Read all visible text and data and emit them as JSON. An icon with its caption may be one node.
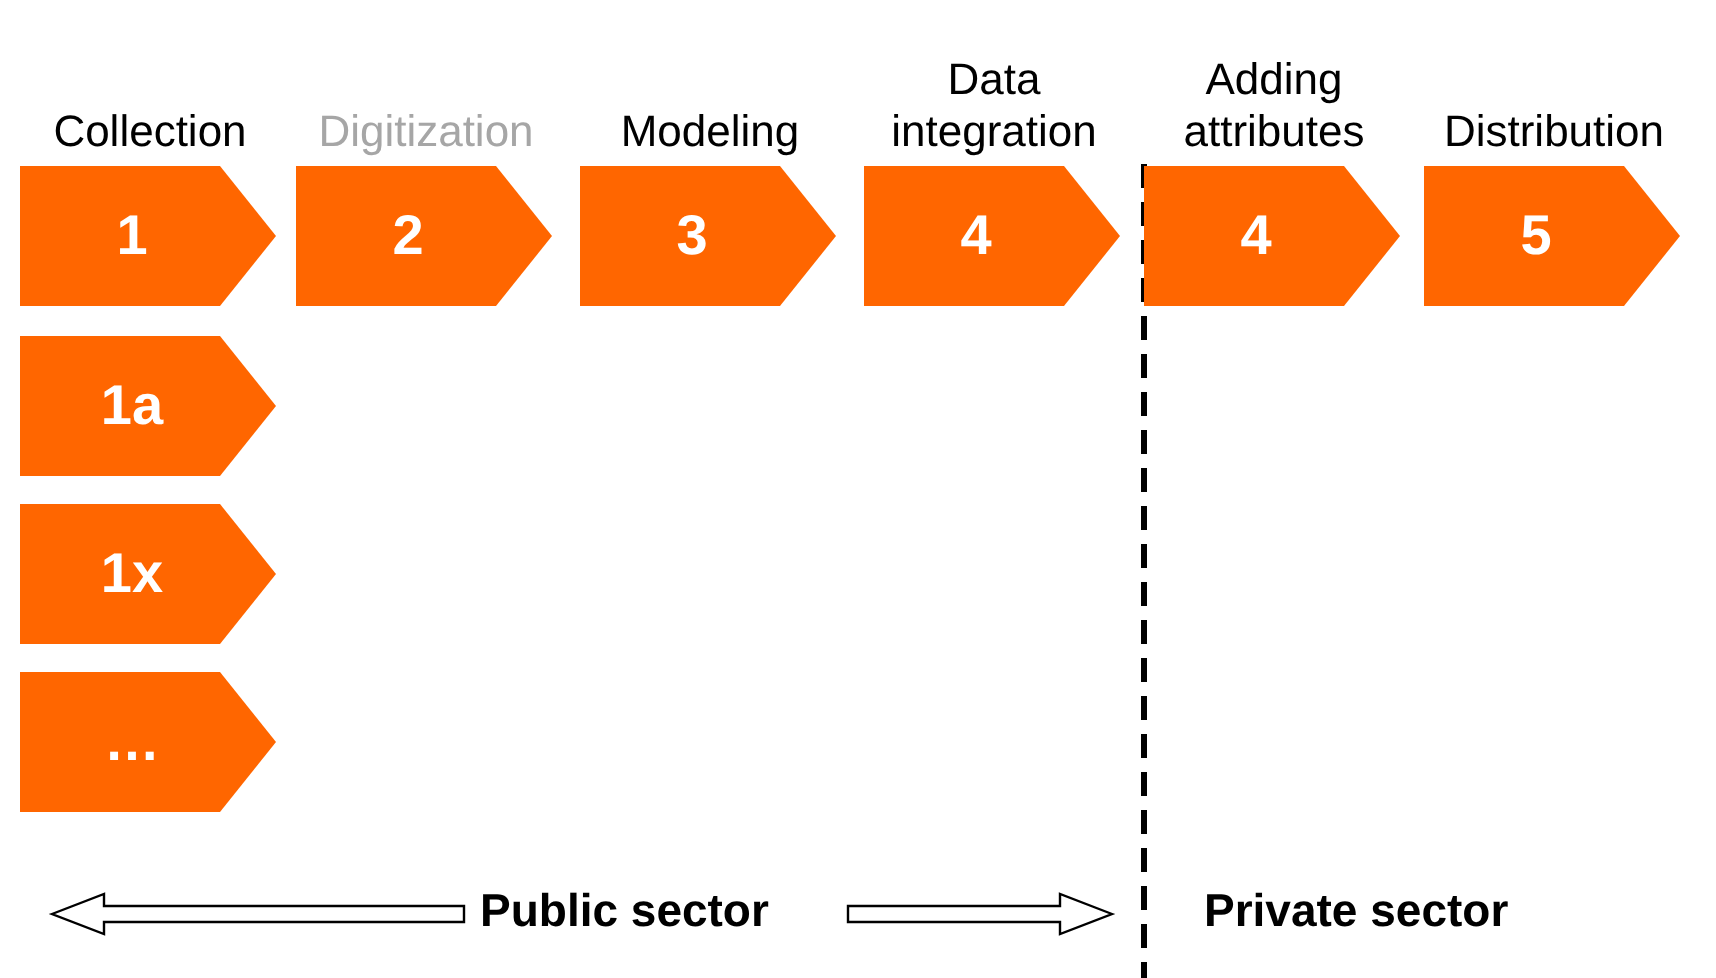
{
  "diagram": {
    "nodes": [
      {
        "text": [
          "Collection",
          "1"
        ]
      },
      {
        "text": [
          "Digitization",
          "2"
        ]
      },
      {
        "text": [
          "Modeling",
          "3"
        ]
      },
      {
        "text": [
          "Data integration",
          "4"
        ]
      },
      {
        "text": [
          "Adding attributes",
          "4"
        ]
      },
      {
        "text": [
          "Distribution",
          "5"
        ]
      },
      {
        "text": [
          "1a"
        ]
      },
      {
        "text": [
          "1x"
        ]
      },
      {
        "text": [
          "…"
        ]
      }
    ],
    "labels": [
      "Public sector",
      "Private sector"
    ]
  }
}
